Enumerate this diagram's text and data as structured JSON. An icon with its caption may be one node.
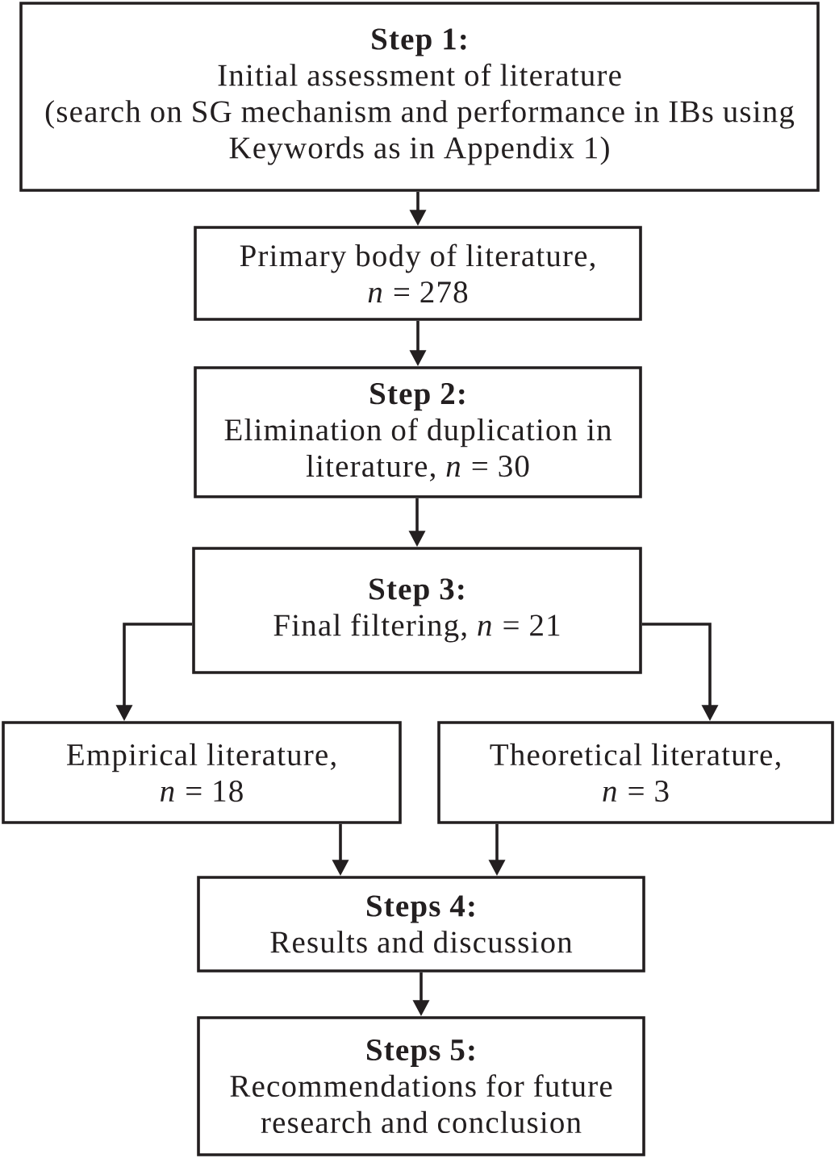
{
  "diagram": {
    "nodes": [
      {
        "text": [
          "Step 1:",
          "Initial assessment of literature",
          "(search on SG mechanism and performance in IBs using Keywords as in Appendix 1)"
        ]
      },
      {
        "text": [
          "Primary body of literature, *n* = 278"
        ]
      },
      {
        "text": [
          "Step 2:",
          "Elimination of duplication in literature, *n* = 30"
        ]
      },
      {
        "text": [
          "Step 3:",
          "Final filtering, *n* = 21"
        ]
      },
      {
        "text": [
          "Empirical literature, *n* = 18"
        ]
      },
      {
        "text": [
          "Theoretical literature, *n* = 3"
        ]
      },
      {
        "text": [
          "Steps 4:",
          "Results and discussion"
        ]
      },
      {
        "text": [
          "Steps 5:",
          "Recommendations for future research and conclusion"
        ]
      }
    ],
    "edges": [
      {
        "from": 0,
        "to": 1,
        "arrow": "to"
      },
      {
        "from": 1,
        "to": 2,
        "arrow": "to"
      },
      {
        "from": 2,
        "to": 3,
        "arrow": "to"
      },
      {
        "from": 3,
        "to": 4,
        "arrow": "to"
      },
      {
        "from": 3,
        "to": 5,
        "arrow": "to"
      },
      {
        "from": 4,
        "to": 6,
        "arrow": "to"
      },
      {
        "from": 5,
        "to": 6,
        "arrow": "to"
      },
      {
        "from": 6,
        "to": 7,
        "arrow": "to"
      }
    ]
  }
}
